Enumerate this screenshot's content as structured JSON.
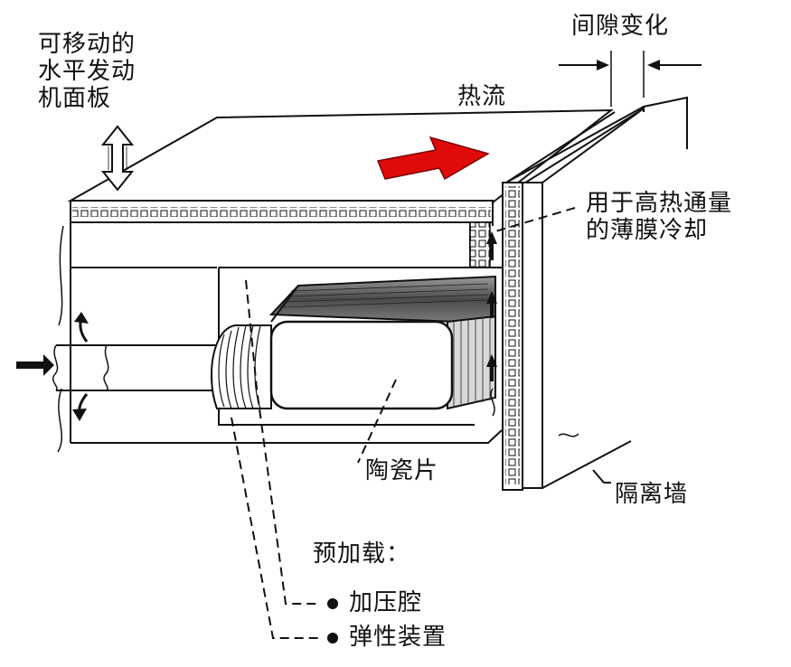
{
  "labels": {
    "movable_panel": [
      "可移动的",
      "水平发动",
      "机面板"
    ],
    "gap_change": "间隙变化",
    "heat_flow": "热流",
    "film_cooling": [
      "用于高热通量",
      "的薄膜冷却"
    ],
    "ceramic_tile": "陶瓷片",
    "isolation_wall": "隔离墙",
    "preload_title": "预加载：",
    "preload_items": [
      "加压腔",
      "弹性装置"
    ]
  },
  "colors": {
    "heat_arrow": "#e10a0a",
    "line": "#111111",
    "panel_fill": "#ffffff",
    "tile_dark": "#6a6a6a"
  }
}
